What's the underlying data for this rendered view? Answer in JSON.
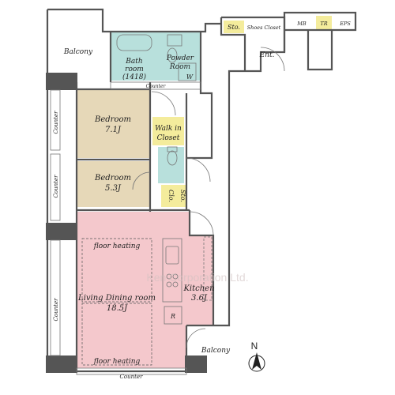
{
  "plan": {
    "watermark": "Ken Corporation Ltd.",
    "rooms": {
      "balcony_top": "Balcony",
      "bath_line1": "Bath",
      "bath_line2": "room",
      "bath_line3": "(1418)",
      "powder_line1": "Powder",
      "powder_line2": "Room",
      "washer": "W",
      "counter_top": "Counter",
      "sto_top": "Sto.",
      "shoes_closet": "Shoes Closet",
      "mb": "MB",
      "tr": "TR",
      "eps": "EPS",
      "entrance": "Ent.",
      "bedroom1_name": "Bedroom",
      "bedroom1_size": "7.1J",
      "walkin_line1": "Walk in",
      "walkin_line2": "Closet",
      "bedroom2_name": "Bedroom",
      "bedroom2_size": "5.3J",
      "clo": "Clo.",
      "sto_side": "Sto.",
      "counter_left1": "Counter",
      "counter_left2": "Counter",
      "counter_left3": "Counter",
      "floor_heating_top": "floor heating",
      "living_name": "Living Dining room",
      "living_size": "18.5J",
      "floor_heating_bottom": "floor heating",
      "kitchen_name": "Kitchen",
      "kitchen_size": "3.6J",
      "fridge": "R",
      "balcony_bottom": "Balcony",
      "counter_bottom": "Counter"
    },
    "compass": "N",
    "colors": {
      "bedroom": "#e6d8b8",
      "living": "#f4c8cc",
      "wet": "#b8e0dc",
      "storage": "#f4ec9c",
      "wall": "#555555"
    }
  }
}
